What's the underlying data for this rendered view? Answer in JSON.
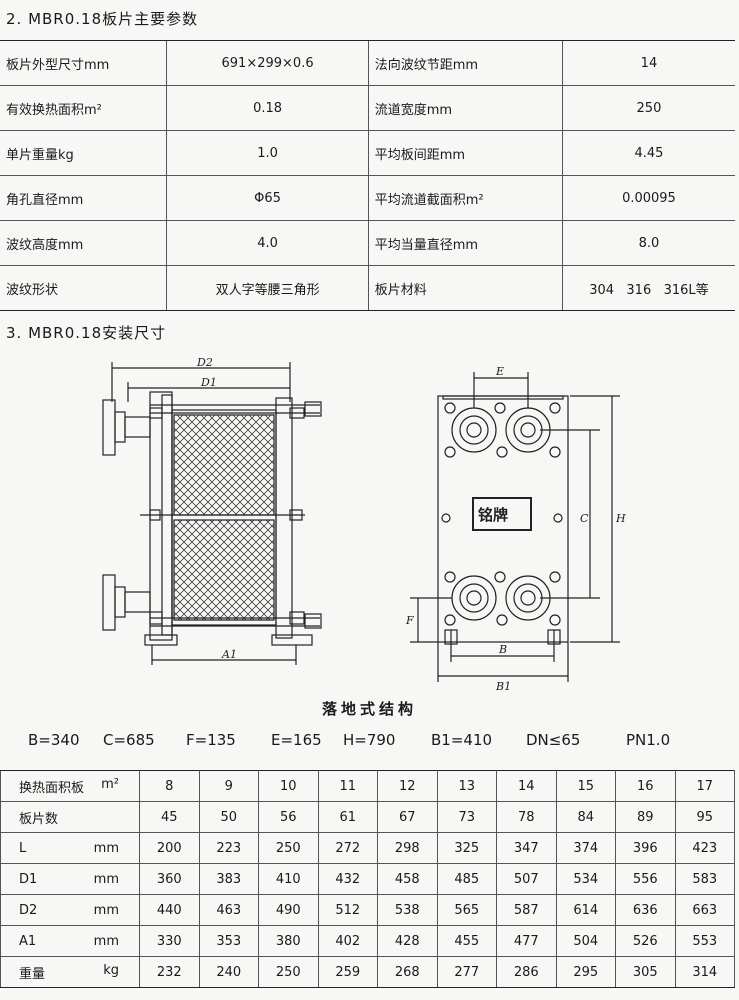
{
  "section2_title": "2. MBR0.18板片主要参数",
  "params": [
    [
      "板片外型尺寸mm",
      "691×299×0.6",
      "法向波纹节距mm",
      "14"
    ],
    [
      "有效换热面积m²",
      "0.18",
      "流道宽度mm",
      "250"
    ],
    [
      "单片重量kg",
      "1.0",
      "平均板间距mm",
      "4.45"
    ],
    [
      "角孔直径mm",
      "Φ65",
      "平均流道截面积m²",
      "0.00095"
    ],
    [
      "波纹高度mm",
      "4.0",
      "平均当量直径mm",
      "8.0"
    ],
    [
      "波纹形状",
      "双人字等腰三角形",
      "板片材料",
      "304   316   316L等"
    ]
  ],
  "section3_title": "3. MBR0.18安装尺寸",
  "drawing_labels": {
    "d2": "D2",
    "d1": "D1",
    "a1": "A1",
    "e": "E",
    "c": "C",
    "h": "H",
    "f": "F",
    "b": "B",
    "b1": "B1",
    "nameplate": "铭牌"
  },
  "caption": "落地式结构",
  "dimensions": [
    "B=340",
    "C=685",
    "F=135",
    "E=165",
    "H=790",
    "B1=410",
    "DN≤65",
    "PN1.0"
  ],
  "spec_table": {
    "rows": [
      {
        "label": "换热面积板",
        "unit": "m²",
        "values": [
          "8",
          "9",
          "10",
          "11",
          "12",
          "13",
          "14",
          "15",
          "16",
          "17"
        ]
      },
      {
        "label": "板片数",
        "unit": "",
        "values": [
          "45",
          "50",
          "56",
          "61",
          "67",
          "73",
          "78",
          "84",
          "89",
          "95"
        ]
      },
      {
        "label": "L",
        "unit": "mm",
        "values": [
          "200",
          "223",
          "250",
          "272",
          "298",
          "325",
          "347",
          "374",
          "396",
          "423"
        ]
      },
      {
        "label": "D1",
        "unit": "mm",
        "values": [
          "360",
          "383",
          "410",
          "432",
          "458",
          "485",
          "507",
          "534",
          "556",
          "583"
        ]
      },
      {
        "label": "D2",
        "unit": "mm",
        "values": [
          "440",
          "463",
          "490",
          "512",
          "538",
          "565",
          "587",
          "614",
          "636",
          "663"
        ]
      },
      {
        "label": "A1",
        "unit": "mm",
        "values": [
          "330",
          "353",
          "380",
          "402",
          "428",
          "455",
          "477",
          "504",
          "526",
          "553"
        ]
      },
      {
        "label": "重量",
        "unit": "kg",
        "values": [
          "232",
          "240",
          "250",
          "259",
          "268",
          "277",
          "286",
          "295",
          "305",
          "314"
        ]
      }
    ]
  }
}
